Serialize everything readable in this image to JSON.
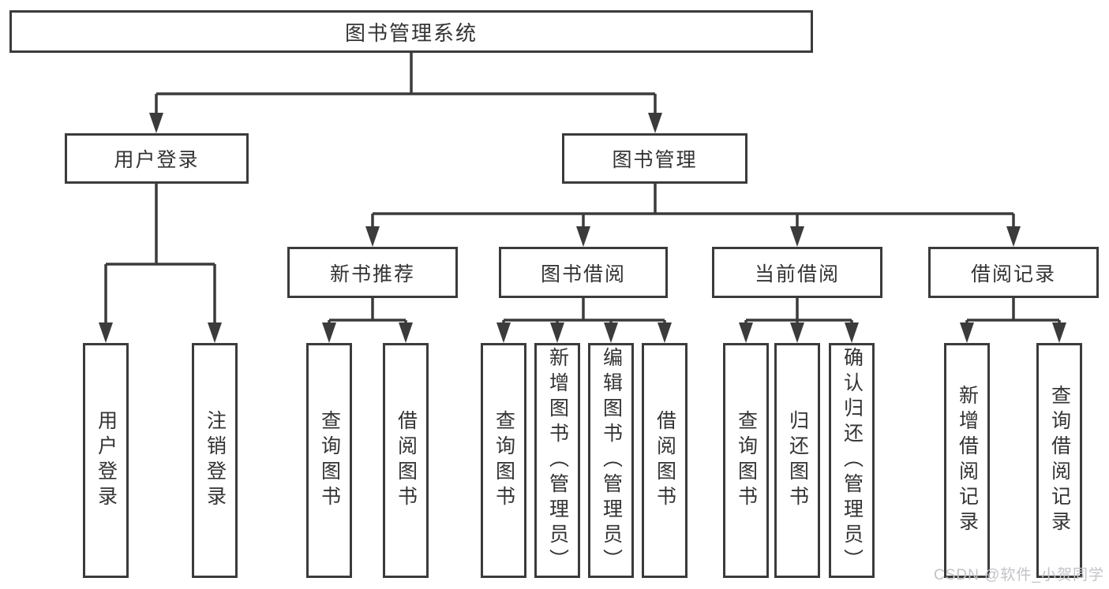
{
  "tree": {
    "root": "图书管理系统",
    "children": [
      {
        "label": "用户登录",
        "leaves": [
          "用户登录",
          "注销登录"
        ]
      },
      {
        "label": "图书管理",
        "children": [
          {
            "label": "新书推荐",
            "leaves": [
              "查询图书",
              "借阅图书"
            ]
          },
          {
            "label": "图书借阅",
            "leaves": [
              "查询图书",
              "新增图书（管理员）",
              "编辑图书（管理员）",
              "借阅图书"
            ]
          },
          {
            "label": "当前借阅",
            "leaves": [
              "查询图书",
              "归还图书",
              "确认归还（管理员）"
            ]
          },
          {
            "label": "借阅记录",
            "leaves": [
              "新增借阅记录",
              "查询借阅记录"
            ]
          }
        ]
      }
    ]
  },
  "watermark": "CSDN @软件_小贺同学",
  "colors": {
    "line": "#3b3b3b",
    "text": "#333333",
    "watermark": "#c2c3c7",
    "background": "#ffffff"
  }
}
